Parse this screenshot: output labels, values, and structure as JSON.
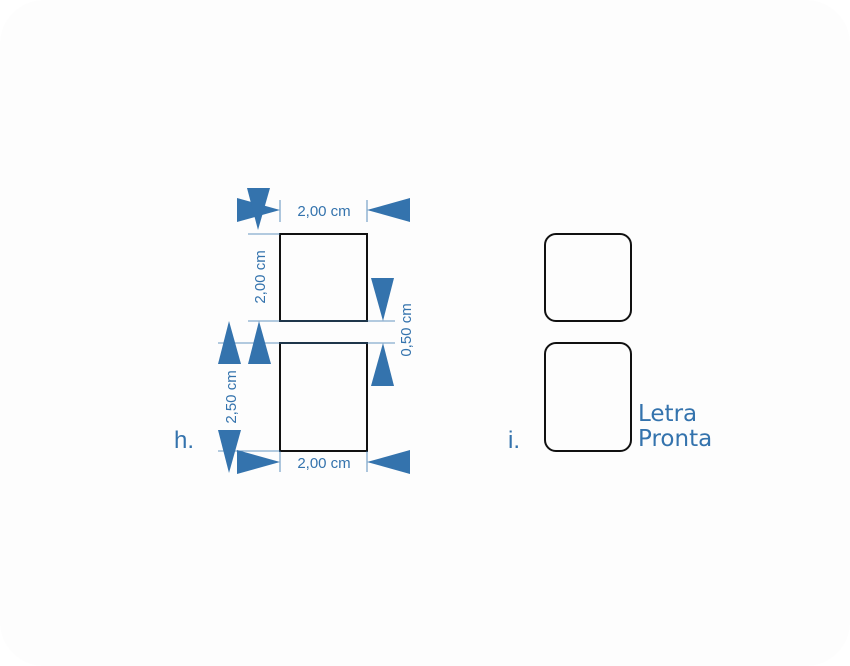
{
  "colors": {
    "accent": "#3473ad",
    "shape_stroke": "#111111",
    "background": "#fdfdfd"
  },
  "figure_h": {
    "label": "h.",
    "top_width": "2,00 cm",
    "top_height": "2,00 cm",
    "gap": "0,50 cm",
    "bottom_height": "2,50 cm",
    "bottom_width": "2,00 cm"
  },
  "figure_i": {
    "label": "i.",
    "brand_line1": "Letra",
    "brand_line2": "Pronta"
  }
}
